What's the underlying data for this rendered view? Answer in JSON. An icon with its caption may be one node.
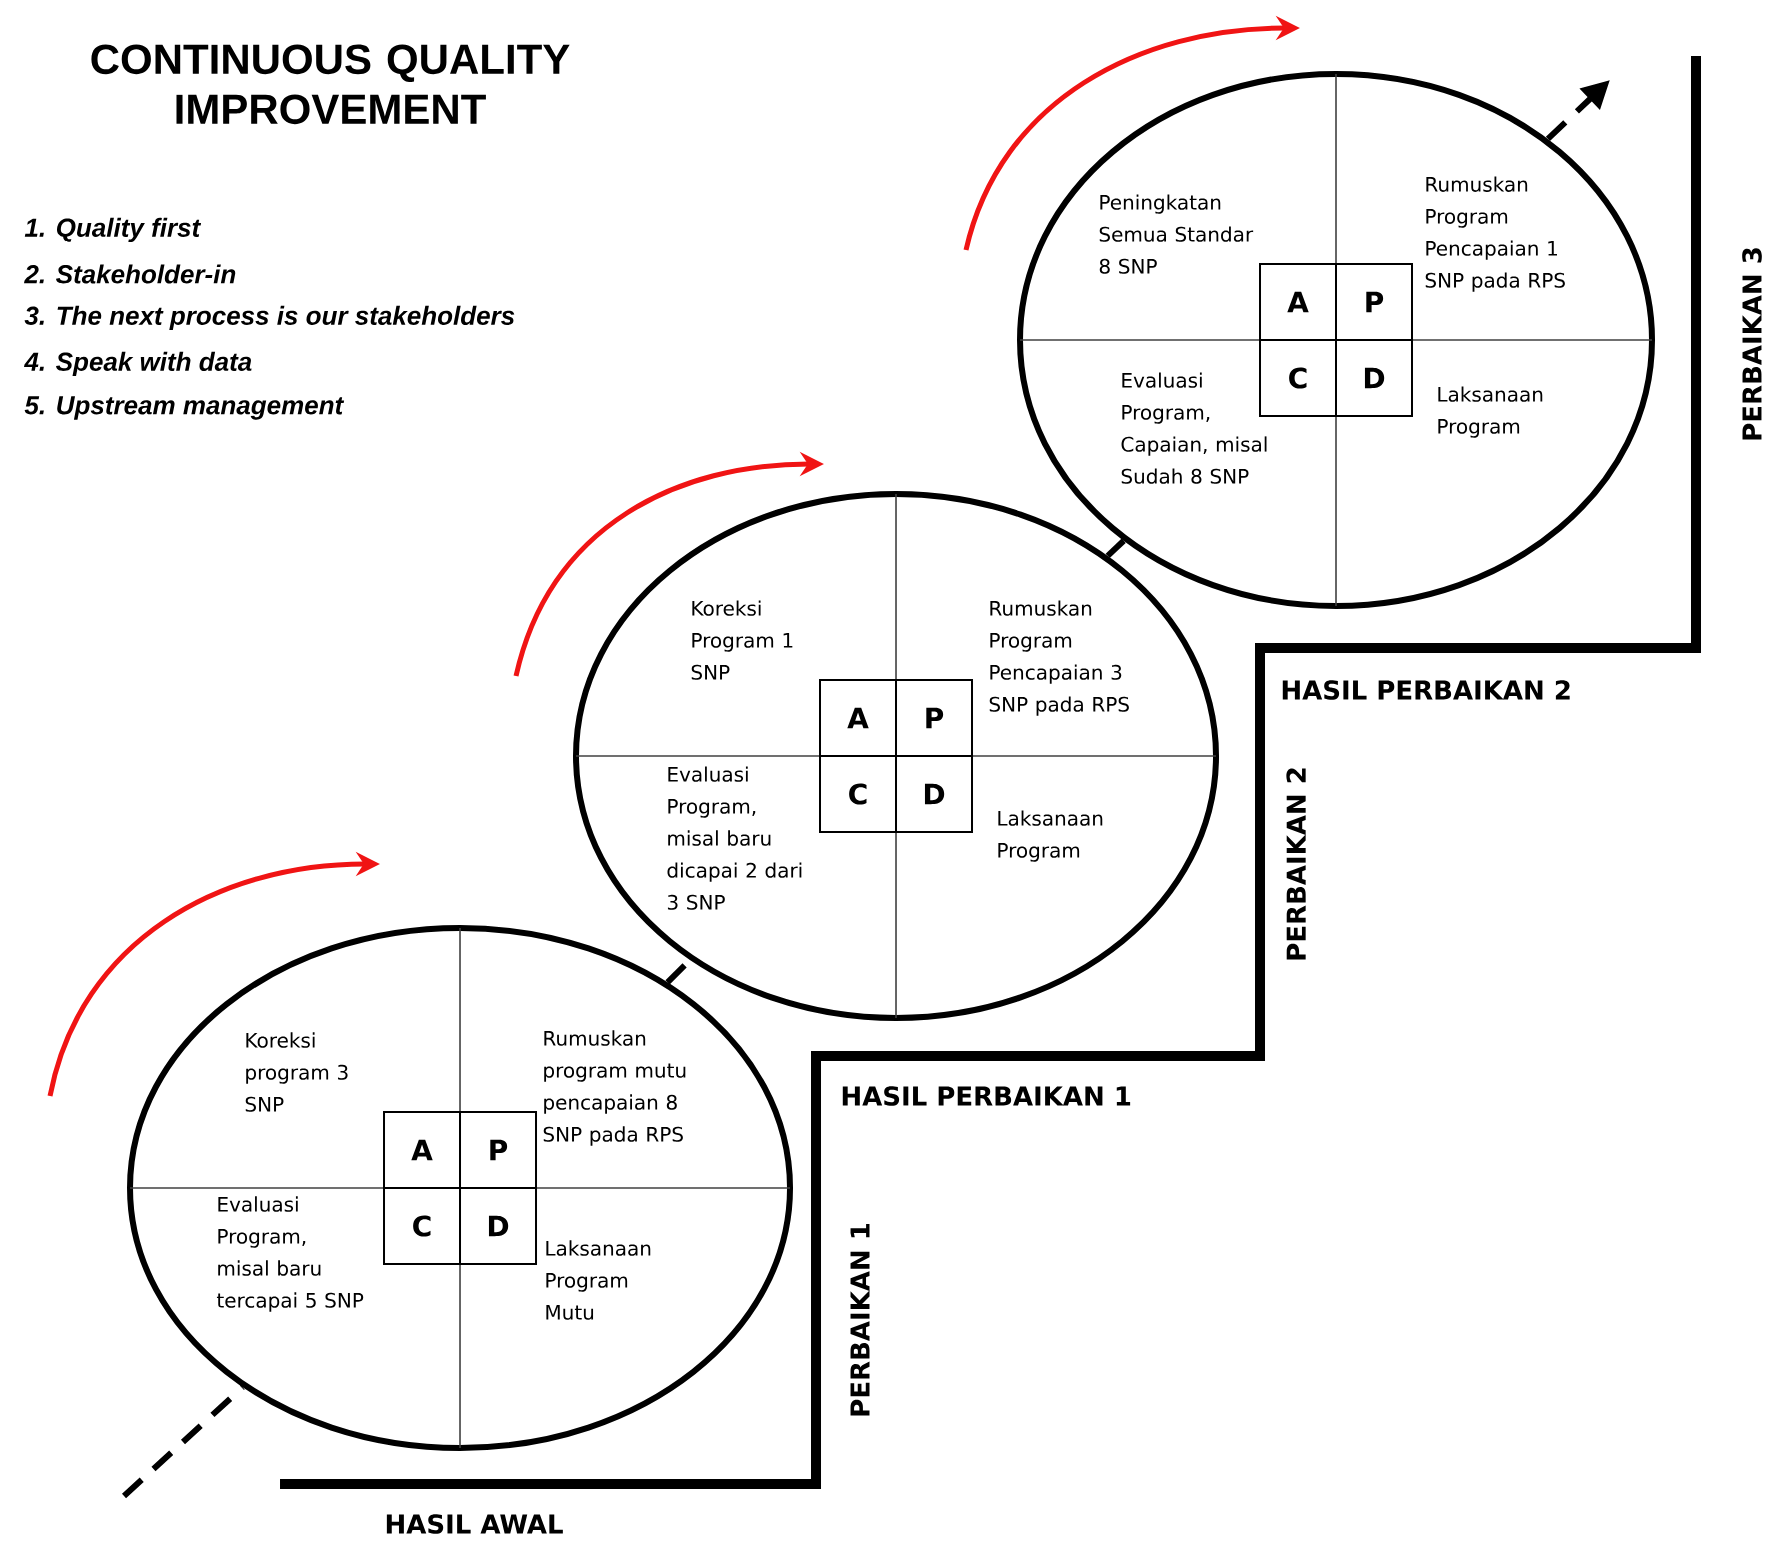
{
  "diagram": {
    "title": "CONTINUOUS QUALITY IMPROVEMENT",
    "nodes": [
      {
        "text": [
          "Peningkatan Semua Standar 8 SNP",
          "Rumuskan Program Pencapaian 1 SNP pada RPS",
          "Evaluasi Program, Capaian, misal Sudah 8 SNP",
          "Laksanaan Program"
        ]
      },
      {
        "text": [
          "A"
        ],
        "in": 0
      },
      {
        "text": [
          "P"
        ],
        "in": 0
      },
      {
        "text": [
          "C"
        ],
        "in": 0
      },
      {
        "text": [
          "D"
        ],
        "in": 0
      },
      {
        "text": [
          "Koreksi Program 1 SNP",
          "Rumuskan Program Pencapaian 3 SNP pada RPS",
          "Evaluasi Program, misal baru dicapai 2 dari 3 SNP",
          "Laksanaan Program"
        ]
      },
      {
        "text": [
          "A"
        ],
        "in": 5
      },
      {
        "text": [
          "P"
        ],
        "in": 5
      },
      {
        "text": [
          "C"
        ],
        "in": 5
      },
      {
        "text": [
          "D"
        ],
        "in": 5
      },
      {
        "text": [
          "Koreksi program 3 SNP",
          "Rumuskan program mutu pencapaian 8 SNP pada RPS",
          "Evaluasi Program, misal baru tercapai 5 SNP",
          "Laksanaan Program Mutu"
        ]
      },
      {
        "text": [
          "A"
        ],
        "in": 10
      },
      {
        "text": [
          "P"
        ],
        "in": 10
      },
      {
        "text": [
          "C"
        ],
        "in": 10
      },
      {
        "text": [
          "D"
        ],
        "in": 10
      }
    ],
    "edges": [
      {
        "from": null,
        "to": 10,
        "arrow": "none",
        "style": "dashed"
      },
      {
        "from": 10,
        "to": 5,
        "arrow": "none",
        "style": "dashed"
      },
      {
        "from": 5,
        "to": 0,
        "arrow": "none",
        "style": "dashed"
      },
      {
        "from": 0,
        "to": null,
        "arrow": "to",
        "style": "dashed"
      }
    ],
    "labels": [
      "1. Quality first",
      "2. Stakeholder-in",
      "3. The next process is our stakeholders",
      "4. Speak with data",
      "5. Upstream management",
      "PERBAIKAN 3",
      "HASIL PERBAIKAN 2",
      "PERBAIKAN 2",
      "HASIL PERBAIKAN 1",
      "PERBAIKAN 1",
      "HASIL AWAL"
    ]
  }
}
